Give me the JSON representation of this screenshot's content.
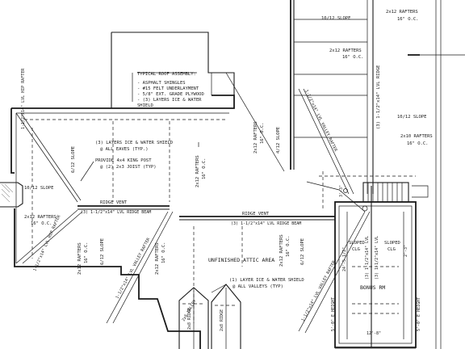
{
  "roof_assembly": {
    "title": "TYPICAL ROOF ASSEMBLY:",
    "lines": [
      "- ASPHALT SHINGLES",
      "- #15 FELT UNDERLAYMENT",
      "- 5/8\" EXT. GRADE PLYWOOD",
      "- (3) LAYERS ICE & WATER",
      "  SHIELD"
    ]
  },
  "notes": {
    "eaves_shield_1": "(3) LAYERS ICE & WATER SHIELD",
    "eaves_shield_2": "@ ALL EAVES (TYP.)",
    "king_post_1": "PROVIDE 4x4 KING POST",
    "king_post_2": "@ (2) 2x3 JOIST (TYP)",
    "valley_shield_1": "(1) LAYER ICE & WATER SHIELD",
    "valley_shield_2": "@ ALL VALLEYS (TYP)"
  },
  "labels": {
    "slope_10_12_top": "10/12 SLOPE",
    "rafters_top_a": "2x12 RAFTERS",
    "oc_top_a": "16\" O.C.",
    "rafters_top_b": "2x12 RAFTERS",
    "oc_top_b": "16\" O.C.",
    "lvl_ridge_right": "(3) 1-1/2\"x14\" LVL RIDGE",
    "valley_rafter_top": "1-1/2\"x14\" LVL VALLEY RAFTER",
    "rafters_center": "2x12 RAFTERS",
    "oc_center": "16\" O.C.",
    "slope_4_12_center": "4/12 SLOPE",
    "slope_10_12_right": "10/12 SLOPE",
    "rafters_right": "2x10 RAFTERS",
    "oc_right": "16\" O.C.",
    "hip_rafter_left": "1-1/2\"x14\" LVL HIP RAFTER",
    "slope_6_12_left": "6/12 SLOPE",
    "slope_10_12_left": "10/12 SLOPE",
    "rafters_left": "2x12 RAFTERS",
    "oc_left": "16\" O.C.",
    "rafters_mid": "2x12 RAFTERS",
    "oc_mid": "16\" O.C.",
    "ridge_vent_left": "RIDGE VENT",
    "ridge_beam_left": "(3) 1-1/2\"x14\" LVL RIDGE BEAM",
    "ridge_vent_center": "RIDGE VENT",
    "ridge_beam_center": "(3) 1-1/2\"x14\" LVL RIDGE BEAM",
    "rafters_lower_left": "2x12 RAFTERS",
    "oc_lower_left": "16\" O.C.",
    "slope_6_12_lower_left": "6/12 SLOPE",
    "valley_rafter_lower_left": "1-1/2\"x14\" LVL VALLEY RAFTER",
    "hip_rafter_lower_left": "1-1/2\"x14\" LVL HIP RAFTER",
    "rafters_lower_mid": "2x12 RAFTERS",
    "oc_lower_mid": "16\" O.C.",
    "attic_area": "UNFINISHED ATTIC AREA",
    "slope_6_12_center_right": "6/12 SLOPE",
    "rafters_center_right": "2x12 RAFTERS",
    "oc_center_right": "16\" O.C.",
    "valley_rafter_right": "1-1/2\"x14\" LVL VALLEY RAFTER",
    "ridge_small_left": "2x8 RIDGE",
    "ridge_small_right": "2x8 RIDGE",
    "valley_small_left": "2x6 VALLEY",
    "sloped_clg_left_1": "SLOPED",
    "sloped_clg_left_2": "CLG",
    "sloped_clg_right_1": "SLOPED",
    "sloped_clg_right_2": "CLG",
    "lvl_bonus_left": "(3) 1-1/2\"x14\" LVL",
    "lvl_bonus_right": "(3) 1-1/2\"x14\" LVL",
    "dim_1": "24'-5 1/2\"",
    "dim_2": "2'-3\"",
    "bonus_room": "BONUS RM",
    "height_left": "5'-0\" E HEIGHT",
    "height_right": "5'-0\" E HEIGHT",
    "dim_bottom": "12'-8\"",
    "dim_stair": "3'-3\""
  }
}
